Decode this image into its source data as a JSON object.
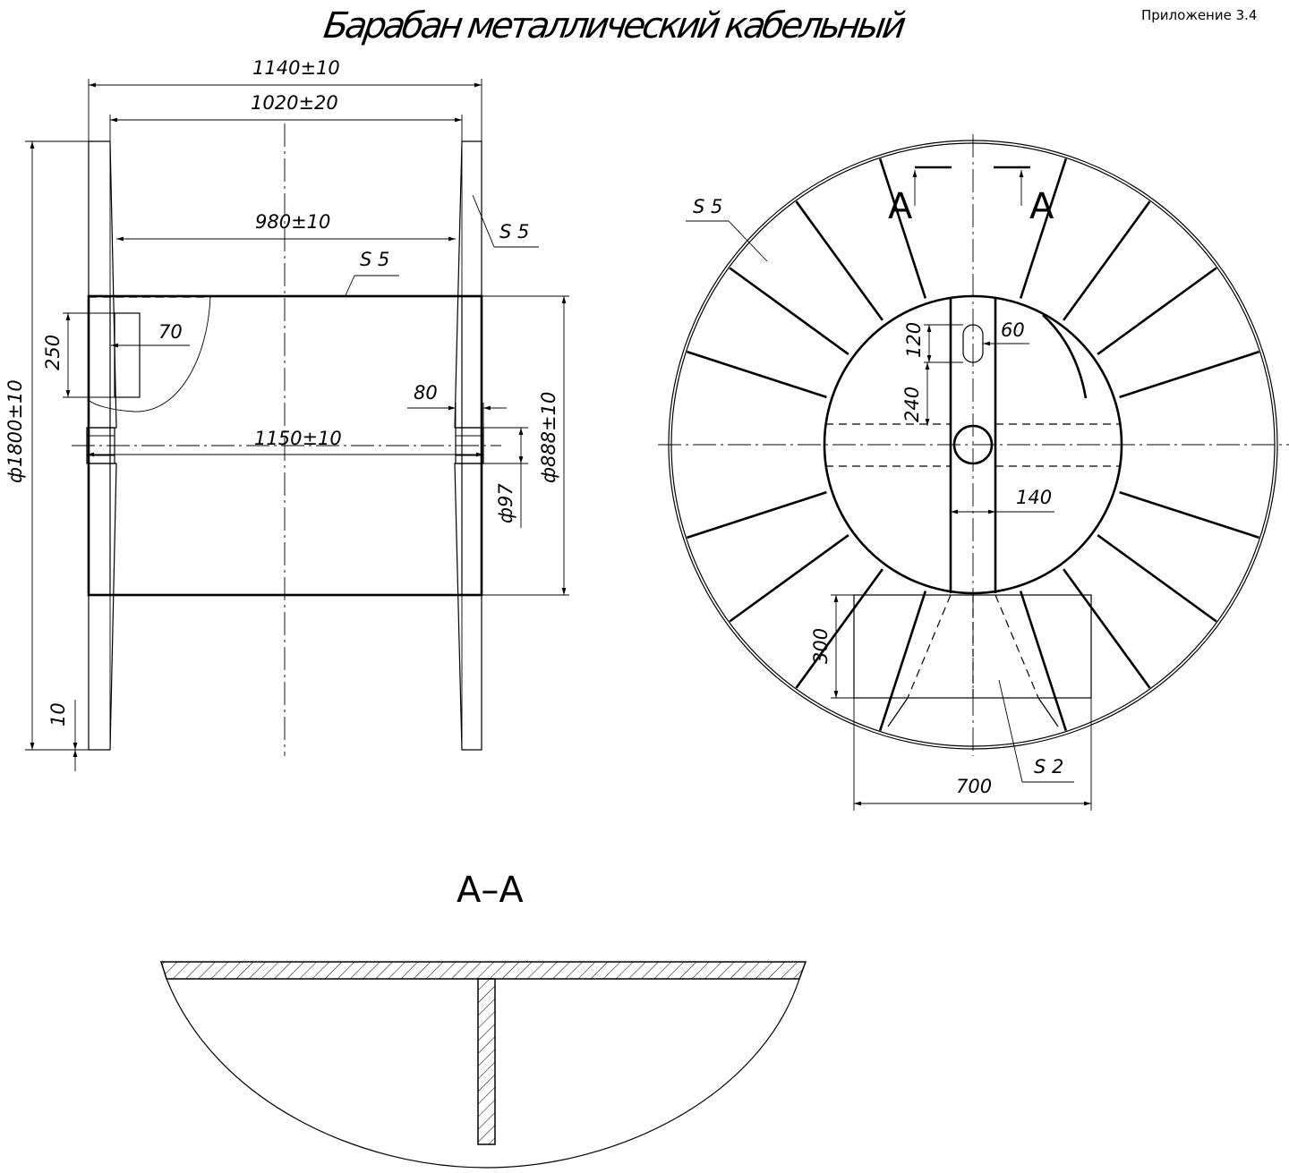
{
  "title": "Барабан металлический кабельный",
  "appendix": "Приложение 3.4",
  "front_view": {
    "dim_overall_width": "1140±10",
    "dim_inner_width": "1020±20",
    "dim_barrel_width": "980±10",
    "dim_axle_length": "1150±10",
    "dim_flange_diameter": "ф1800±10",
    "dim_barrel_diameter": "ф888±10",
    "dim_bore_diameter": "ф97",
    "dim_window_height": "250",
    "dim_window_offset": "70",
    "dim_hub_width": "80",
    "dim_flange_gap": "10",
    "label_flange_thickness": "S 5",
    "label_barrel_thickness": "S 5"
  },
  "side_view": {
    "section_mark_left": "A",
    "section_mark_right": "A",
    "label_flange_thickness": "S 5",
    "dim_slot_width": "60",
    "dim_slot_height": "120",
    "dim_slot_offset": "240",
    "dim_bar_width": "140",
    "dim_plate_height": "300",
    "dim_plate_width": "700",
    "label_plate_thickness": "S 2"
  },
  "section": {
    "label": "A–A"
  }
}
